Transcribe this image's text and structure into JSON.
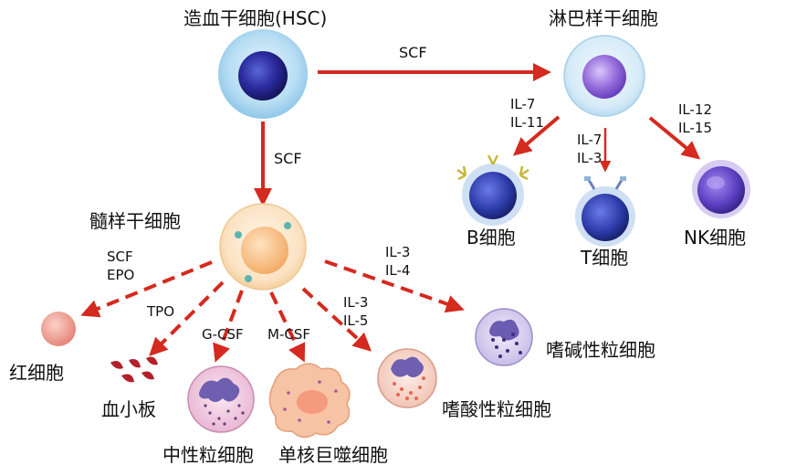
{
  "colors": {
    "arrow": "#d42a1f",
    "hsc_halo": "#a9d5f0",
    "hsc_core": "#2a2a9c",
    "lymphoid_halo": "#d8ecf9",
    "lymphoid_core": "#8c5fd8",
    "myeloid_halo": "#fbe6c8",
    "myeloid_core": "#f5b97a",
    "rbc": "#ef9b8c",
    "platelet": "#b3202a",
    "b_cell": "#2f3fae",
    "t_cell": "#2b3a9a",
    "nk_cell": "#5a3fc0"
  },
  "labels": {
    "hsc": "造血干细胞(HSC)",
    "lymphoid_progenitor": "淋巴样干细胞",
    "myeloid_progenitor": "髓样干细胞",
    "b_cell": "B细胞",
    "t_cell": "T细胞",
    "nk_cell": "NK细胞",
    "red_cell": "红细胞",
    "platelet": "血小板",
    "neutrophil": "中性粒细胞",
    "monocyte": "单核巨噬细胞",
    "eosinophil": "嗜酸性粒细胞",
    "basophil": "嗜碱性粒细胞"
  },
  "factors": {
    "hsc_to_lymphoid": "SCF",
    "hsc_to_myeloid": "SCF",
    "to_b": "IL-7\nIL-11",
    "to_t": "IL-7\nIL-3",
    "to_nk": "IL-12\nIL-15",
    "to_red": "SCF\nEPO",
    "to_platelet": "TPO",
    "to_neutrophil": "G-CSF",
    "to_monocyte": "M-CSF",
    "to_eosinophil": "IL-3\nIL-5",
    "to_basophil": "IL-3\nIL-4"
  },
  "icons": [
    "stem-cell",
    "lymphocyte",
    "red-blood-cell",
    "platelet",
    "granulocyte",
    "macrophage"
  ]
}
